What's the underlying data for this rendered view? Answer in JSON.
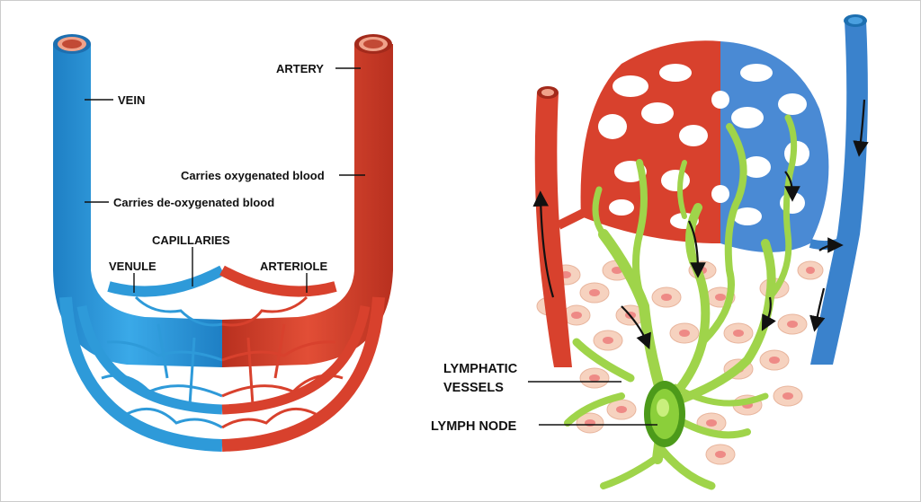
{
  "labels": {
    "vein": "VEIN",
    "artery": "ARTERY",
    "carries_oxygenated": "Carries oxygenated blood",
    "carries_deoxygenated": "Carries de-oxygenated blood",
    "capillaries": "CAPILLARIES",
    "venule": "VENULE",
    "arteriole": "ARTERIOLE",
    "lymphatic_vessels_line1": "LYMPHATIC",
    "lymphatic_vessels_line2": "VESSELS",
    "lymph_node": "LYMPH NODE"
  },
  "colors": {
    "vein": "#2e9ad9",
    "vein_dark": "#1d6fb0",
    "artery": "#d8412d",
    "artery_dark": "#a32a1b",
    "capillary_blue": "#4a8ad4",
    "lymph": "#9fd44a",
    "lymph_node": "#4c9a1a",
    "tissue": "#f6d2bf"
  }
}
